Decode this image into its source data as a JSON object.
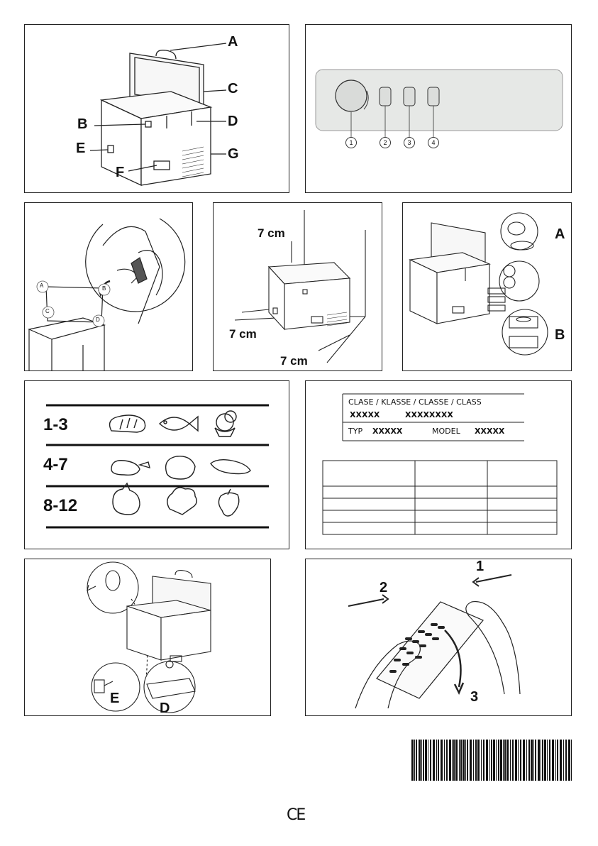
{
  "panel1": {
    "labels": {
      "a": "A",
      "b": "B",
      "c": "C",
      "d": "D",
      "e": "E",
      "f": "F",
      "g": "G"
    }
  },
  "panel2": {
    "buttons": [
      "1",
      "2",
      "3",
      "4"
    ]
  },
  "panel3": {
    "hinge_labels": [
      "A",
      "B",
      "C",
      "D"
    ]
  },
  "panel4": {
    "clearance_top": "7 cm",
    "clearance_side": "7 cm",
    "clearance_back": "7 cm"
  },
  "panel5": {
    "zone_a": "A",
    "zone_b": "B"
  },
  "panel6": {
    "rows": [
      {
        "months": "1-3"
      },
      {
        "months": "4-7"
      },
      {
        "months": "8-12"
      }
    ]
  },
  "panel7": {
    "class_header": "CLASE / KLASSE /  CLASSE / CLASS",
    "class_value_1": "XXXXX",
    "class_value_2": "XXXXXXXX",
    "typ_label": "TYP",
    "typ_value": "XXXXX",
    "model_label": "MODEL",
    "model_value": "XXXXX"
  },
  "panel8": {
    "label_e": "E",
    "label_d": "D"
  },
  "panel9": {
    "step1": "1",
    "step2": "2",
    "step3": "3"
  },
  "footer": {
    "ce_mark": "CE"
  },
  "colors": {
    "line": "#222222",
    "panel_fill": "#e6e8e6",
    "knob": "#d9dbd9"
  }
}
